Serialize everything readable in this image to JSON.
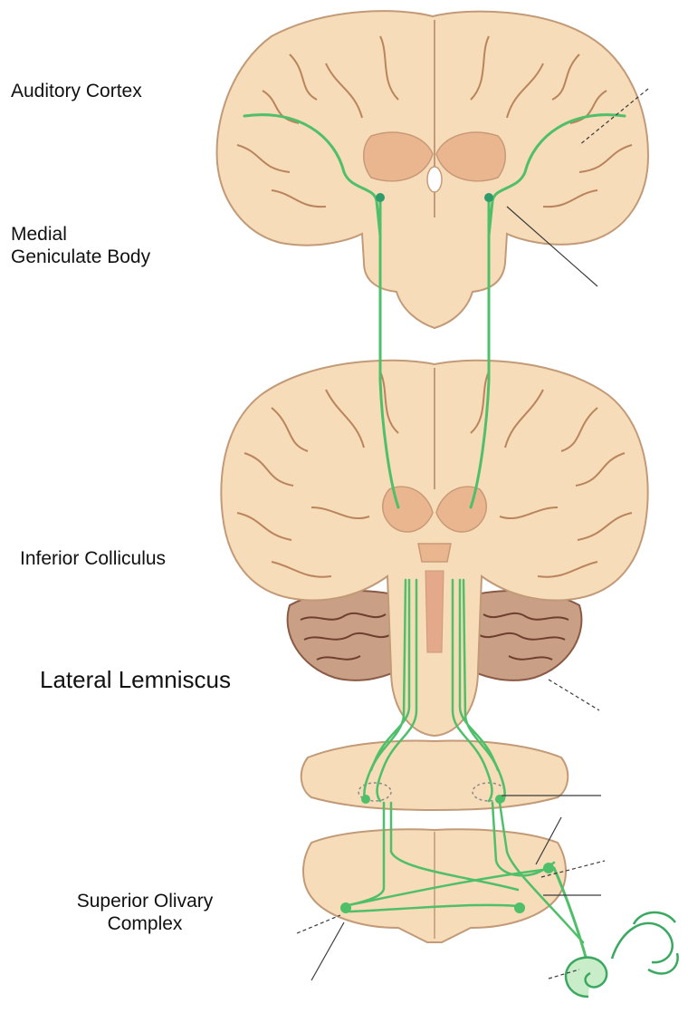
{
  "labels": {
    "auditory_cortex": "Auditory Cortex",
    "medial_geniculate_line1": "Medial",
    "medial_geniculate_line2": "Geniculate Body",
    "inferior_colliculus": "Inferior Colliculus",
    "lateral_lemniscus": "Lateral Lemniscus",
    "superior_olivary_line1": "Superior Olivary",
    "superior_olivary_line2": "Complex"
  },
  "colors": {
    "tissue_fill": "#f6dcb8",
    "tissue_outline": "#c29a78",
    "deep_nuclei": "#e9b68f",
    "cerebellum": "#b88a6f",
    "pathway": "#4fbf6a",
    "pathway_dark": "#2f9a6a",
    "pointer": "#3a3a3a",
    "text": "#111111"
  },
  "icons": {
    "cochlea": "cochlea-icon"
  }
}
